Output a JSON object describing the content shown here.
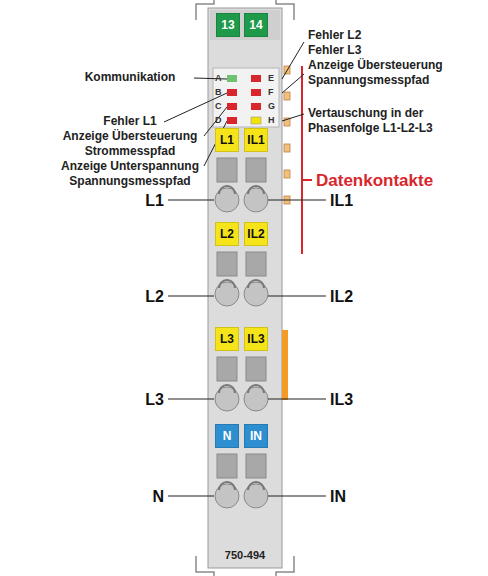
{
  "diagram": {
    "nodes": [
      {
        "text": [
          "13"
        ]
      },
      {
        "text": [
          "14"
        ]
      },
      {
        "text": [
          "L1"
        ]
      },
      {
        "text": [
          "IL1"
        ]
      },
      {
        "text": [
          "L2"
        ]
      },
      {
        "text": [
          "IL2"
        ]
      },
      {
        "text": [
          "L3"
        ]
      },
      {
        "text": [
          "IL3"
        ]
      },
      {
        "text": [
          "N"
        ]
      },
      {
        "text": [
          "IN"
        ]
      }
    ],
    "labels": [
      "Kommunikation",
      "Fehler L1",
      "Anzeige Übersteuerung Strommesspfad",
      "Anzeige Unterspannung Spannungsmesspfad",
      "Fehler L2",
      "Fehler L3",
      "Anzeige Übersteuerung Spannungsmesspfad",
      "Vertauschung in der Phasenfolge L1-L2-L3",
      "Datenkontakte",
      "A",
      "B",
      "C",
      "D",
      "E",
      "F",
      "G",
      "H",
      "L1",
      "L2",
      "L3",
      "N",
      "IL1",
      "IL2",
      "IL3",
      "IN",
      "750-494"
    ]
  }
}
